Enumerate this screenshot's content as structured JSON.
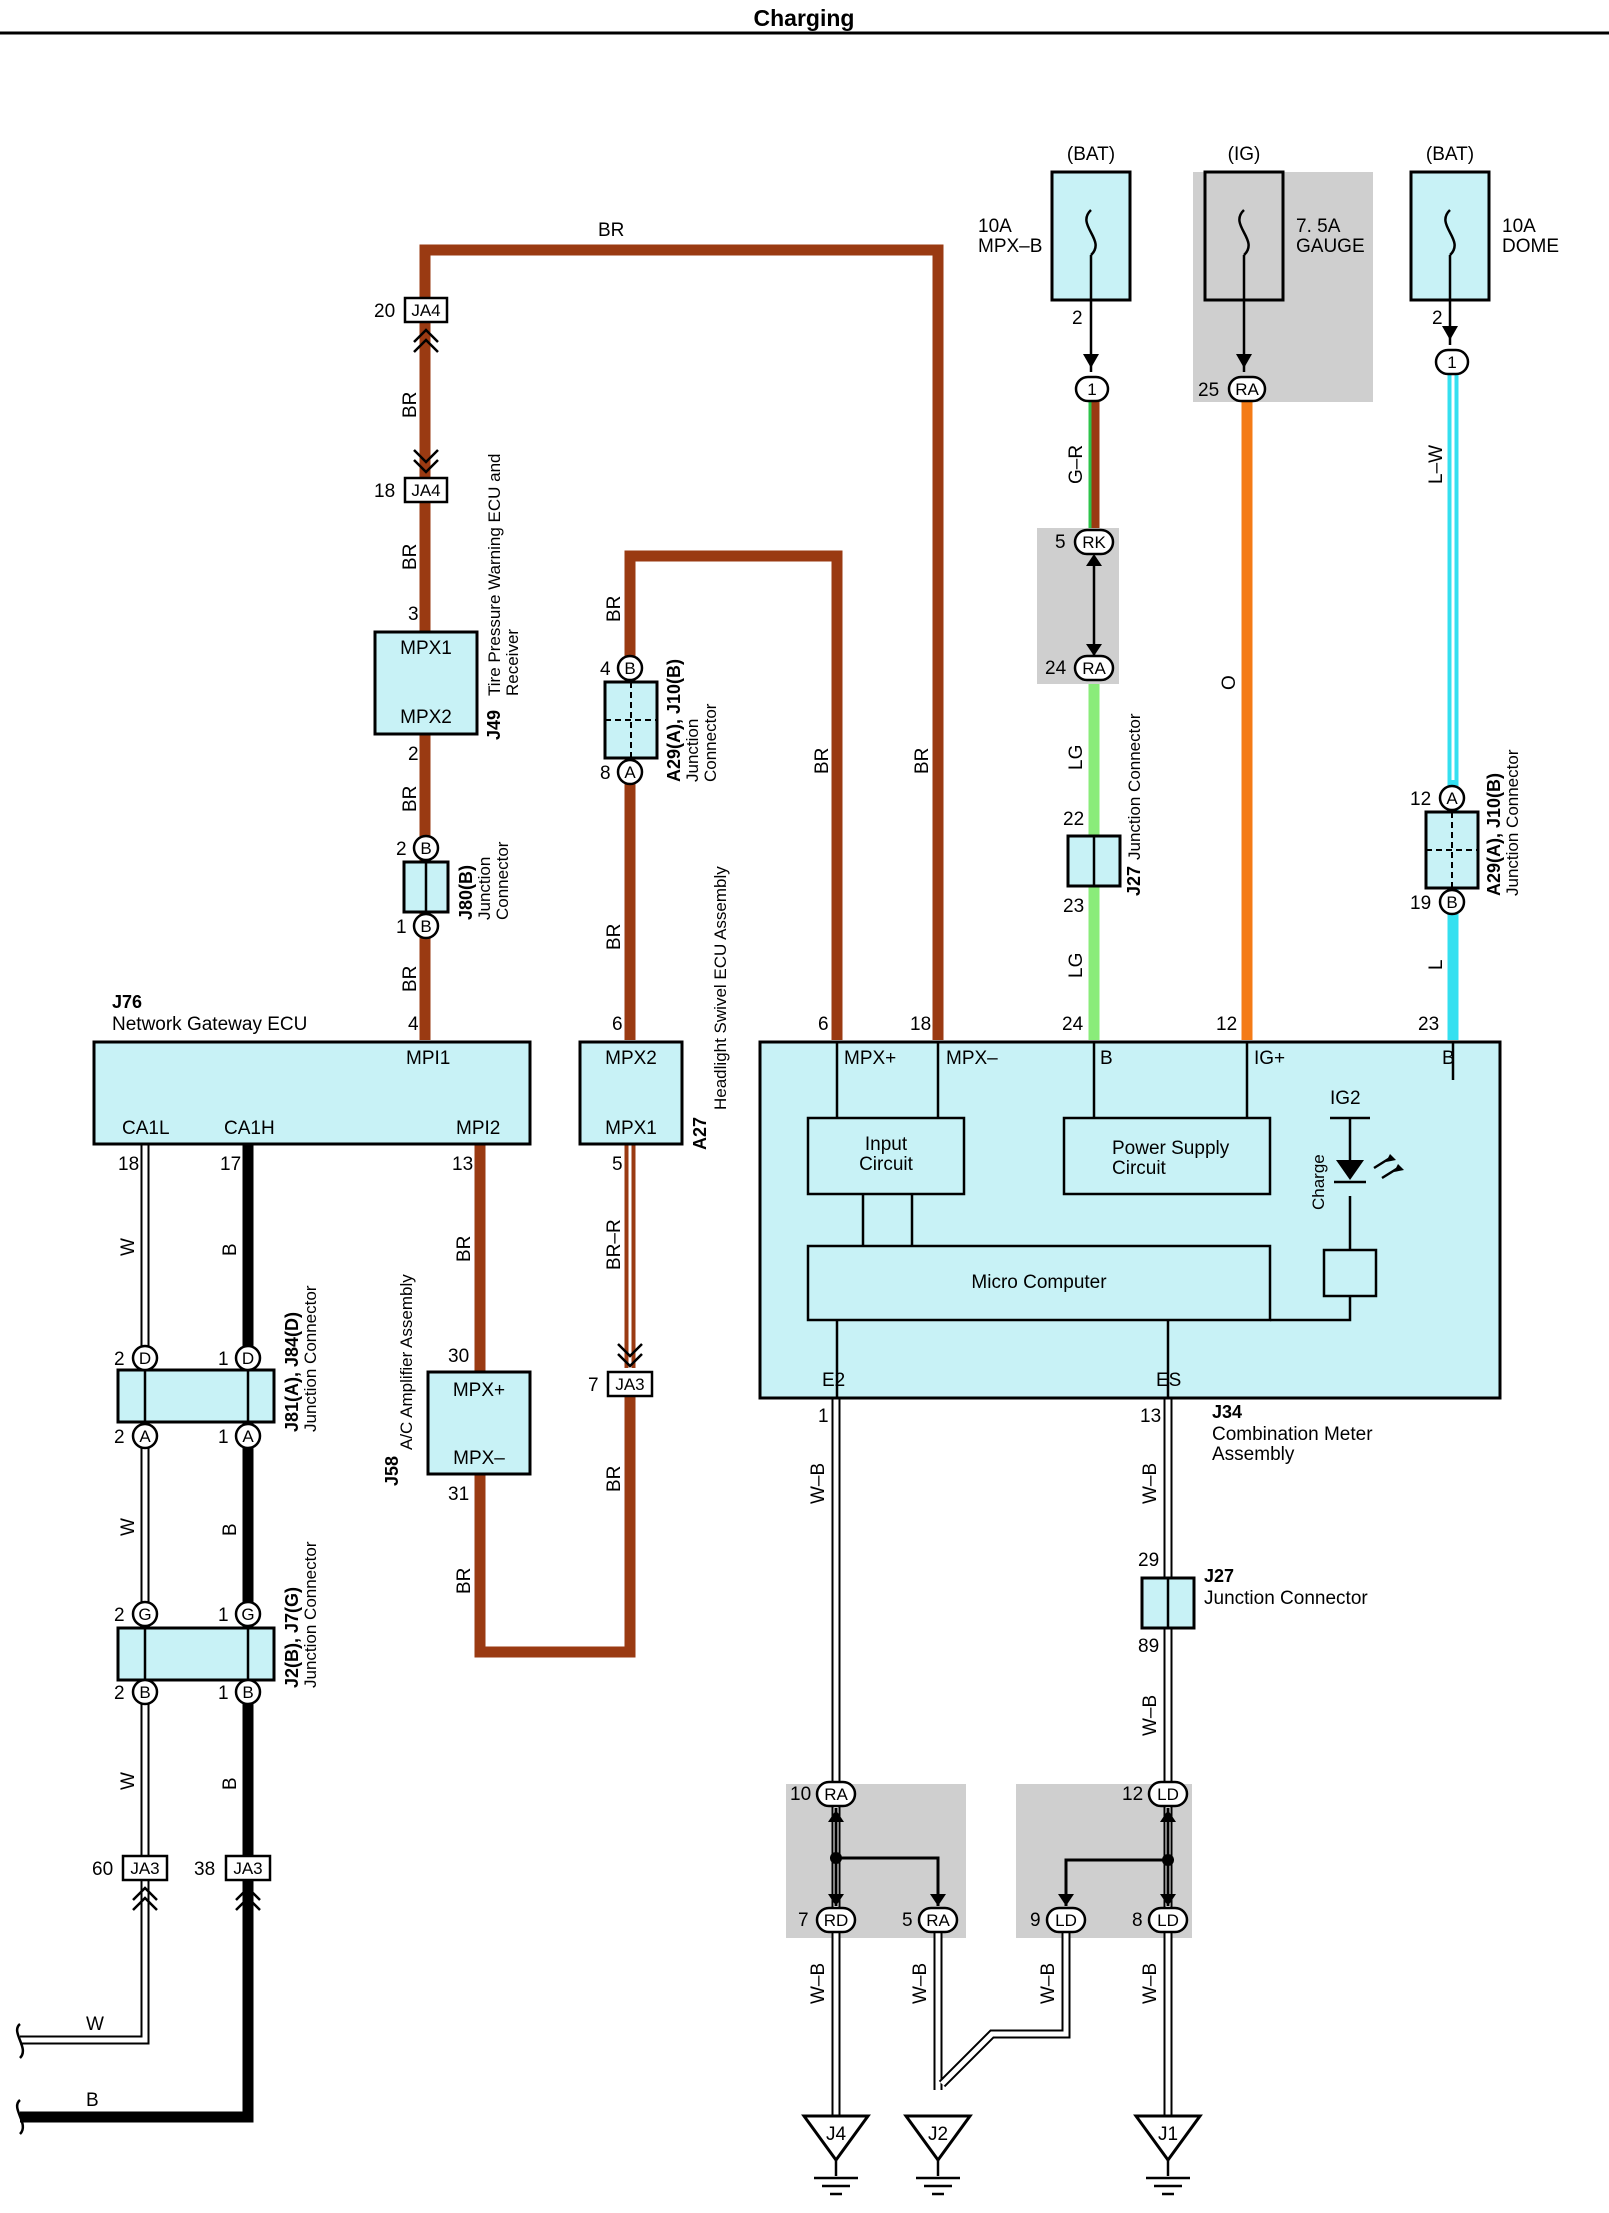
{
  "title": "Charging",
  "colors": {
    "BR": "#9a3a12",
    "O": "#f47b16",
    "LG": "#8aec7a",
    "L": "#34e0f0",
    "B": "#000000",
    "W": "#ffffff",
    "component_fill": "#c8f2f6",
    "shade": "#cfcfcf"
  },
  "fuses": [
    {
      "source": "(BAT)",
      "rating": "10A",
      "name": "MPX–B",
      "pin": "2"
    },
    {
      "source": "(IG)",
      "rating": "7. 5A",
      "name": "GAUGE",
      "pin": ""
    },
    {
      "source": "(BAT)",
      "rating": "10A",
      "name": "DOME",
      "pin": "2"
    }
  ],
  "components": {
    "J76": {
      "code": "J76",
      "name": "Network Gateway ECU",
      "terminals": [
        "MPI1",
        "CA1L",
        "CA1H",
        "MPI2"
      ],
      "pins": [
        "4",
        "18",
        "17",
        "13"
      ]
    },
    "J49": {
      "code": "J49",
      "name_line1": "Tire Pressure Warning ECU and",
      "name_line2": "Receiver",
      "terminals": [
        "MPX1",
        "MPX2"
      ],
      "pins": [
        "3",
        "2"
      ]
    },
    "J80": {
      "code": "J80(B)",
      "name_line1": "Junction",
      "name_line2": "Connector",
      "pins": [
        "2",
        "1"
      ],
      "letters": [
        "B",
        "B"
      ]
    },
    "A29_top": {
      "code": "A29(A), J10(B)",
      "name_line1": "Junction",
      "name_line2": "Connector",
      "pins": [
        "4",
        "8"
      ],
      "letters": [
        "B",
        "A"
      ]
    },
    "A29_right": {
      "code": "A29(A), J10(B)",
      "name": "Junction Connector",
      "pins": [
        "12",
        "19"
      ],
      "letters": [
        "A",
        "B"
      ]
    },
    "A27": {
      "code": "A27",
      "name": "Headlight Swivel ECU Assembly",
      "terminals": [
        "MPX2",
        "MPX1"
      ],
      "pins": [
        "6",
        "5"
      ]
    },
    "J58": {
      "code": "J58",
      "name": "A/C Amplifier Assembly",
      "terminals": [
        "MPX+",
        "MPX–"
      ],
      "pins": [
        "30",
        "31"
      ]
    },
    "J81": {
      "code": "J81(A), J84(D)",
      "name": "Junction Connector",
      "pins": [
        "2",
        "1",
        "2",
        "1"
      ],
      "letters": [
        "D",
        "D",
        "A",
        "A"
      ]
    },
    "J2": {
      "code": "J2(B), J7(G)",
      "name": "Junction Connector",
      "pins": [
        "2",
        "1",
        "2",
        "1"
      ],
      "letters": [
        "G",
        "G",
        "B",
        "B"
      ]
    },
    "J27_top": {
      "code": "J27",
      "name": "Junction Connector",
      "pins": [
        "22",
        "23"
      ]
    },
    "J27_bottom": {
      "code": "J27",
      "name": "Junction Connector",
      "pins": [
        "29",
        "89"
      ]
    },
    "J34": {
      "code": "J34",
      "name_line1": "Combination Meter",
      "name_line2": "Assembly",
      "terminals": {
        "mpx_plus": "MPX+",
        "mpx_minus": "MPX–",
        "b1": "B",
        "ig_plus": "IG+",
        "b2": "B",
        "e2": "E2",
        "es": "ES",
        "ig2": "IG2",
        "charge": "Charge"
      },
      "pins": {
        "mpx_plus": "6",
        "mpx_minus": "18",
        "b1": "24",
        "ig_plus": "12",
        "b2": "23",
        "e2": "1",
        "es": "13"
      },
      "blocks": {
        "input_l1": "Input",
        "input_l2": "Circuit",
        "power_l1": "Power Supply",
        "power_l2": "Circuit",
        "micro": "Micro Computer"
      }
    }
  },
  "connectors": [
    {
      "id": "JA4",
      "pin": "20"
    },
    {
      "id": "JA4",
      "pin": "18"
    },
    {
      "id": "JA3",
      "pin": "7"
    },
    {
      "id": "JA3",
      "pin": "60"
    },
    {
      "id": "JA3",
      "pin": "38"
    },
    {
      "id": "1",
      "pin": ""
    },
    {
      "id": "RA",
      "pin": "25"
    },
    {
      "id": "1",
      "pin": ""
    },
    {
      "id": "RK",
      "pin": "5"
    },
    {
      "id": "RA",
      "pin": "24"
    },
    {
      "id": "RA",
      "pin": "10"
    },
    {
      "id": "RD",
      "pin": "7"
    },
    {
      "id": "RA",
      "pin": "5"
    },
    {
      "id": "LD",
      "pin": "12"
    },
    {
      "id": "LD",
      "pin": "9"
    },
    {
      "id": "LD",
      "pin": "8"
    }
  ],
  "wire_labels": {
    "br": "BR",
    "brr": "BR–R",
    "gr": "G–R",
    "lg": "LG",
    "o": "O",
    "lw": "L–W",
    "l": "L",
    "w": "W",
    "b": "B",
    "wb": "W–B"
  },
  "grounds": [
    "J4",
    "J2",
    "J1"
  ]
}
